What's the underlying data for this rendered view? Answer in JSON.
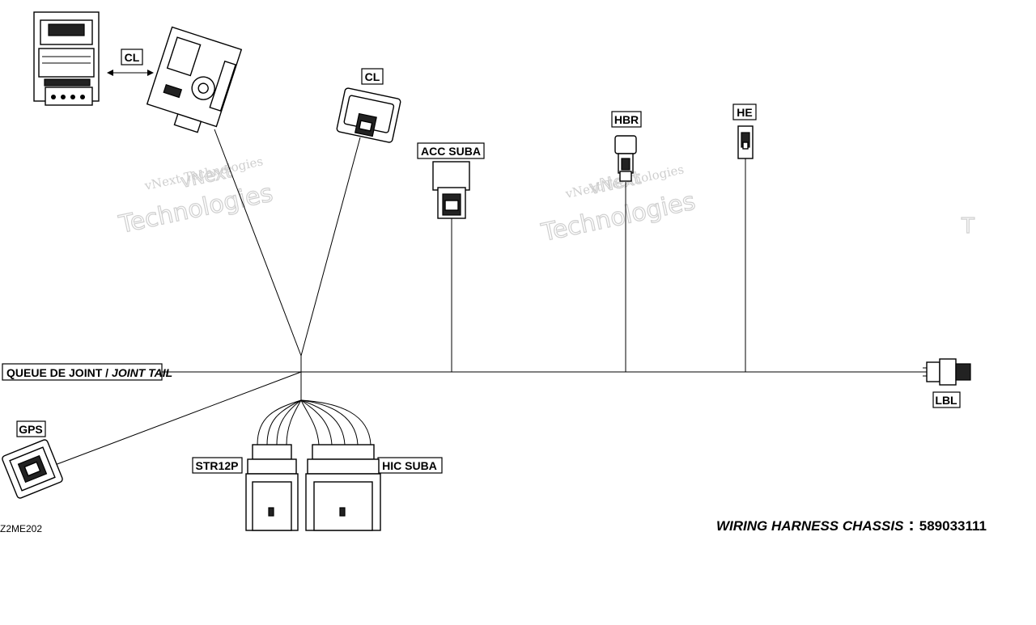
{
  "diagram": {
    "title_prefix": "WIRING HARNESS  CHASSIS",
    "title_sep": ":",
    "part_number": "589033111",
    "ref_code": "Z2ME202"
  },
  "watermark": {
    "line1": "vNext Technologies",
    "line2": "Technologies",
    "line3": "vNext",
    "edge_fragment": "T"
  },
  "labels": {
    "cl_top_left": "CL",
    "cl_middle": "CL",
    "acc_suba": "ACC  SUBA",
    "hbr": "HBR",
    "he": "HE",
    "lbl": "LBL",
    "gps": "GPS",
    "str12p": "STR12P",
    "hic_suba": "HIC  SUBA",
    "joint_tail_fr": "QUEUE DE JOINT /",
    "joint_tail_en": "JOINT TAIL"
  }
}
